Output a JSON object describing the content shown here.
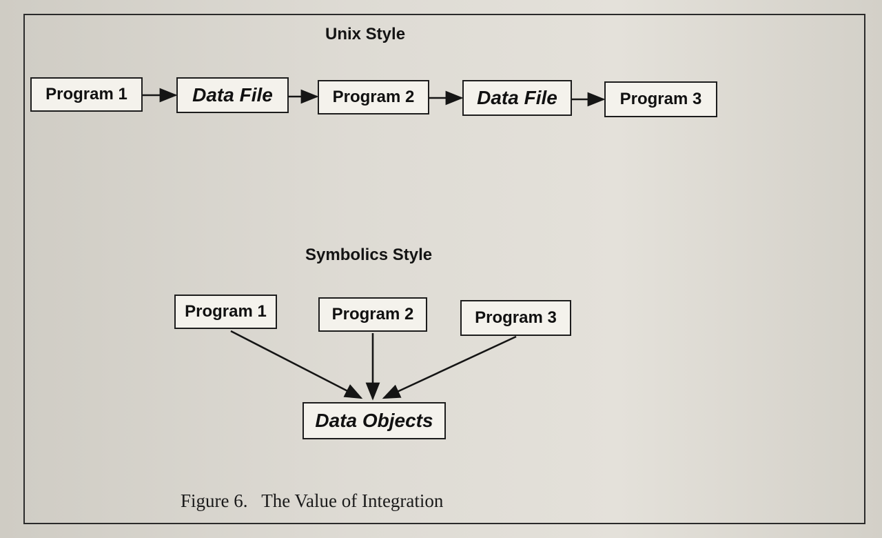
{
  "unix": {
    "title": "Unix Style",
    "nodes": [
      "Program 1",
      "Data File",
      "Program 2",
      "Data File",
      "Program 3"
    ]
  },
  "symbolics": {
    "title": "Symbolics Style",
    "programs": [
      "Program 1",
      "Program 2",
      "Program 3"
    ],
    "target": "Data Objects"
  },
  "caption": "Figure 6.   The Value of Integration"
}
